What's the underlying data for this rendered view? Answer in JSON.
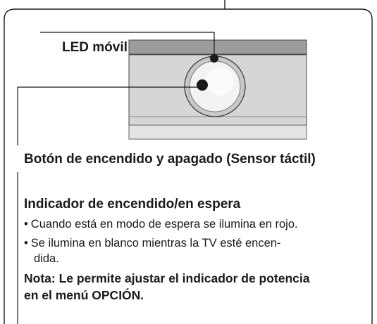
{
  "led_label": "LED móvil",
  "power_button_title": "Botón de encendido y apagado (Sensor táctil)",
  "indicator": {
    "title": "Indicador de encendido/en espera",
    "bullets": [
      "Cuando está en modo de espera se ilumina en rojo.",
      "Se ilumina en blanco mientras la TV esté encen-"
    ],
    "bullet2_continuation": "dida.",
    "bullet_marker": "•"
  },
  "note": {
    "line1": "Nota: Le permite ajustar el indicador de potencia",
    "line2": "en el menú OPCIÓN."
  },
  "colors": {
    "frame": "#1a1a1a",
    "panel": "#d9d9d9",
    "panel_dark": "#a6a6a6",
    "led": "#1a1a1a"
  }
}
